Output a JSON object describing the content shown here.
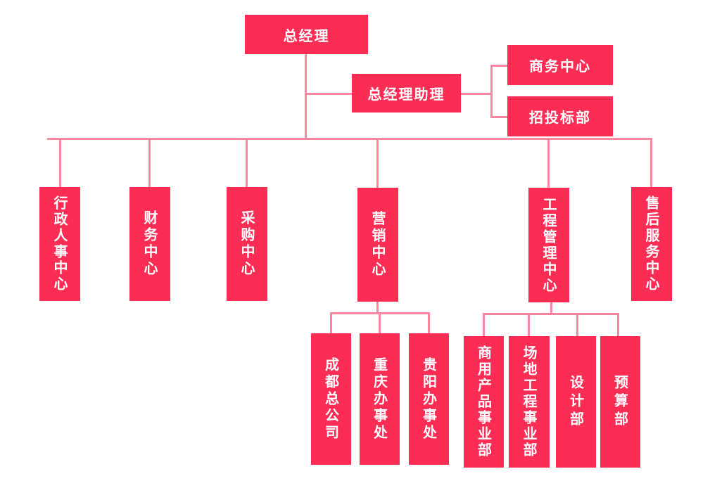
{
  "colors": {
    "node_fill": "#fb2d55",
    "connector": "#f9879f",
    "node_text": "#ffffff",
    "background": "#ffffff"
  },
  "nodes": {
    "general_manager": "总经理",
    "gm_assistant": "总经理助理",
    "business_center": "商务中心",
    "bidding_dept": "招投标部",
    "admin_hr_center": "行政人事中心",
    "finance_center": "财务中心",
    "procurement_center": "采购中心",
    "marketing_center": "营销中心",
    "engineering_mgmt_center": "工程管理中心",
    "after_sales_center": "售后服务中心",
    "chengdu_head_office": "成都总公司",
    "chongqing_office": "重庆办事处",
    "guiyang_office": "贵阳办事处",
    "commercial_products_div": "商用产品事业部",
    "site_engineering_div": "场地工程事业部",
    "design_dept": "设计部",
    "budget_dept": "预算部"
  },
  "hierarchy": {
    "总经理": [
      "总经理助理",
      "行政人事中心",
      "财务中心",
      "采购中心",
      "营销中心",
      "工程管理中心",
      "售后服务中心"
    ],
    "总经理助理": [
      "商务中心",
      "招投标部"
    ],
    "营销中心": [
      "成都总公司",
      "重庆办事处",
      "贵阳办事处"
    ],
    "工程管理中心": [
      "商用产品事业部",
      "场地工程事业部",
      "设计部",
      "预算部"
    ]
  }
}
